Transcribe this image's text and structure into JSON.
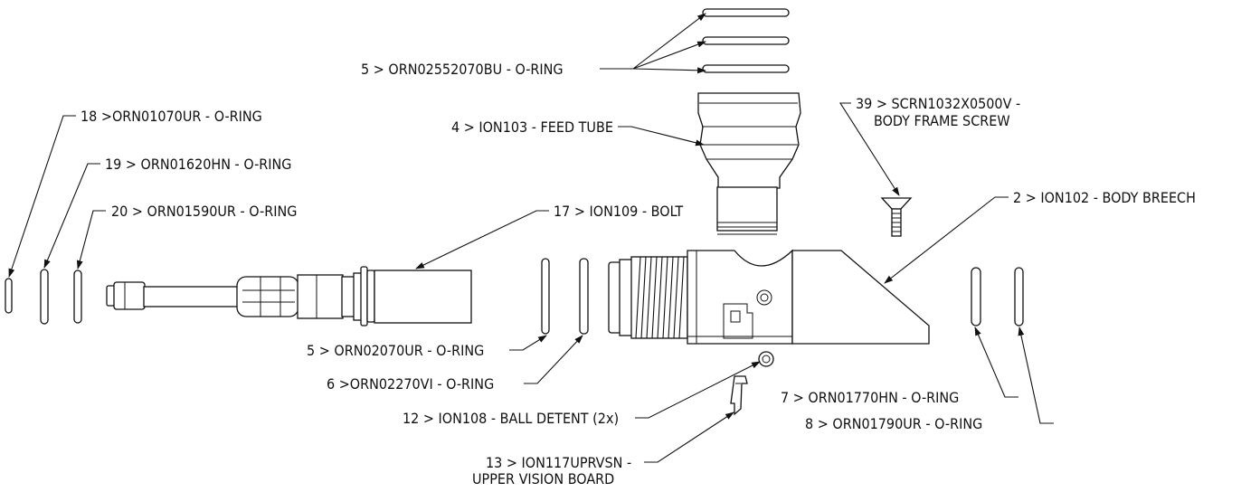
{
  "labels": {
    "l18": "18 >ORN01070UR - O-RING",
    "l19": "19 > ORN01620HN - O-RING",
    "l20": "20 > ORN01590UR - O-RING",
    "l17": "17 > ION109 - BOLT",
    "l5top": "5 > ORN02552070BU - O-RING",
    "l4": "4 > ION103 - FEED TUBE",
    "l39a": "39 > SCRN1032X0500V -",
    "l39b": "BODY FRAME SCREW",
    "l2": "2 > ION102 - BODY BREECH",
    "l5": "5 > ORN02070UR - O-RING",
    "l6": "6 >ORN02270VI - O-RING",
    "l12": "12 > ION108 - BALL DETENT (2x)",
    "l13a": "13 > ION117UPRVSN -",
    "l13b": "UPPER VISION BOARD",
    "l7": "7 > ORN01770HN - O-RING",
    "l8": "8 > ORN01790UR - O-RING"
  }
}
